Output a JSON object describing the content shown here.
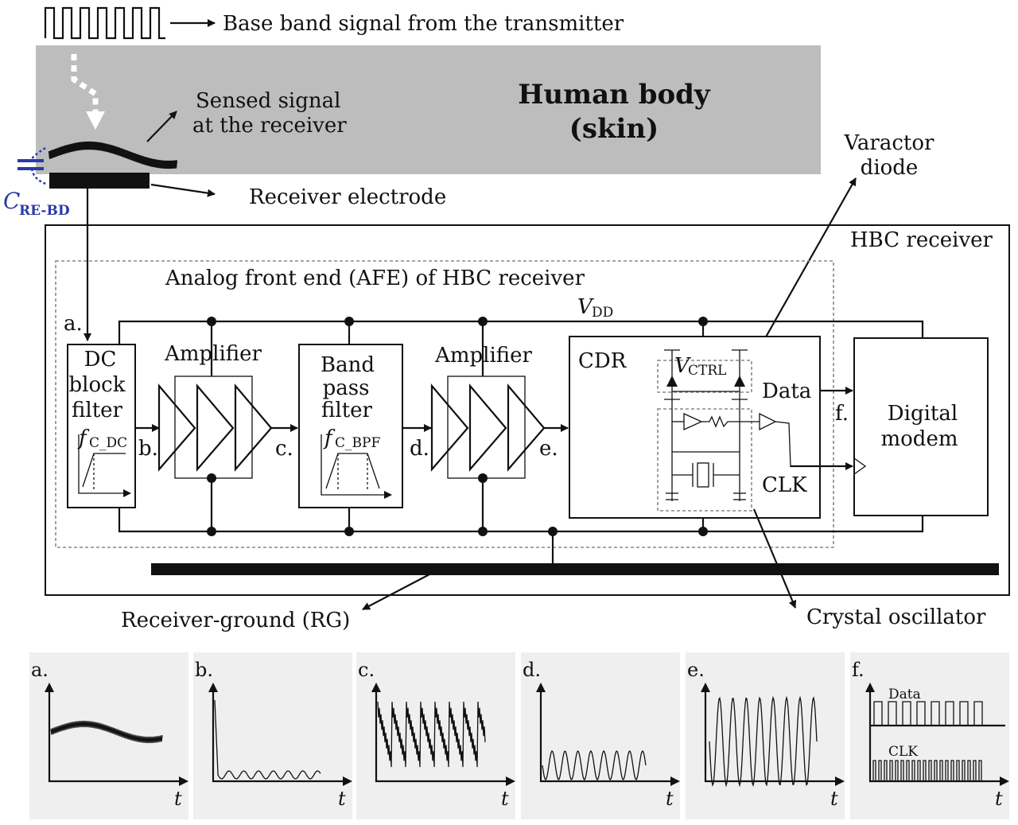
{
  "labels": {
    "baseband": "Base band signal from the transmitter",
    "sensed_line1": "Sensed signal",
    "sensed_line2": "at the receiver",
    "human_body_line1": "Human body",
    "human_body_line2": "(skin)",
    "receiver_electrode": "Receiver electrode",
    "c_re_bd_main": "C",
    "c_re_bd_sub": "RE-BD",
    "varactor_line1": "Varactor",
    "varactor_line2": "diode",
    "hbc_receiver": "HBC receiver",
    "afe": "Analog front end (AFE) of HBC receiver",
    "vdd_main": "V",
    "vdd_sub": "DD",
    "dc_block_line1": "DC",
    "dc_block_line2": "block",
    "dc_block_line3": "filter",
    "fc_dc_main": "f",
    "fc_dc_sub": "C_DC",
    "amplifier1": "Amplifier",
    "amplifier2": "Amplifier",
    "bpf_line1": "Band",
    "bpf_line2": "pass",
    "bpf_line3": "filter",
    "fc_bpf_main": "f",
    "fc_bpf_sub": "C_BPF",
    "cdr": "CDR",
    "vctrl_main": "V",
    "vctrl_sub": "CTRL",
    "data": "Data",
    "clk": "CLK",
    "digital_line1": "Digital",
    "digital_line2": "modem",
    "node_a": "a.",
    "node_b": "b.",
    "node_c": "c.",
    "node_d": "d.",
    "node_e": "e.",
    "node_f": "f.",
    "receiver_ground": "Receiver-ground (RG)",
    "crystal_oscillator": "Crystal oscillator"
  },
  "panels": [
    {
      "label": "a.",
      "axis": "t"
    },
    {
      "label": "b.",
      "axis": "t"
    },
    {
      "label": "c.",
      "axis": "t"
    },
    {
      "label": "d.",
      "axis": "t"
    },
    {
      "label": "e.",
      "axis": "t"
    },
    {
      "label": "f.",
      "axis": "t",
      "data_label": "Data",
      "clk_label": "CLK"
    }
  ],
  "colors": {
    "skin": "#bdbdbd",
    "panel_bg": "#efefef",
    "capacitor_blue": "#2a3aa8"
  }
}
